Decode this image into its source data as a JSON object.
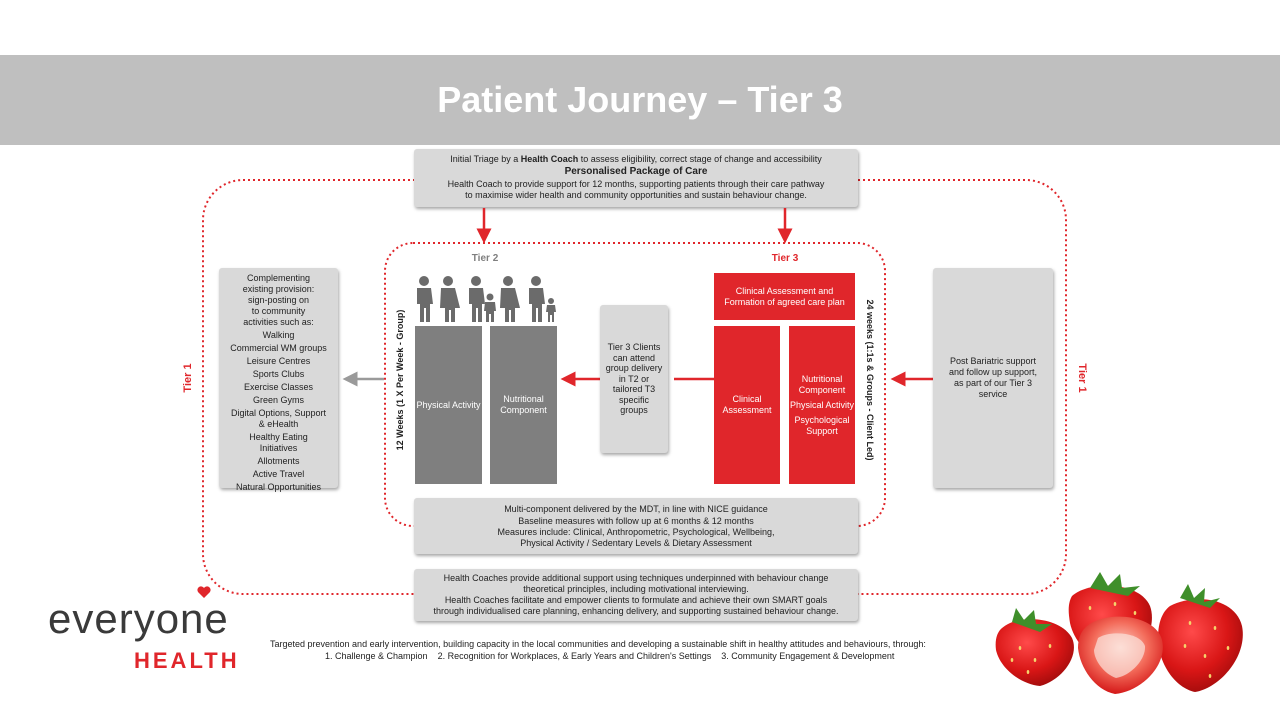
{
  "slide": {
    "title": "Patient Journey – Tier 3"
  },
  "top_box": {
    "line1_pre": "Initial Triage by a ",
    "line1_bold": "Health Coach",
    "line1_post": " to assess eligibility, correct stage of change and accessibility",
    "heading": "Personalised Package of Care",
    "line3": "Health Coach to provide support for 12 months, supporting patients through their care pathway",
    "line4": "to maximise wider health and community opportunities and sustain behaviour change."
  },
  "outer_loop": {
    "left_label": "Tier 1",
    "right_label": "Tier 1"
  },
  "inner_loop": {
    "tier2_label": "Tier 2",
    "tier3_label": "Tier 3",
    "left_vertical": "12 Weeks (1 X Per Week - Group)",
    "right_vertical": "24 weeks (1:1s & Groups - Client Led)"
  },
  "community_box": {
    "lines": [
      "Complementing",
      "existing provision:",
      "sign-posting on",
      "to community",
      "activities such as:",
      "Walking",
      "Commercial WM groups",
      "Leisure Centres",
      "Sports Clubs",
      "Exercise Classes",
      "Green Gyms",
      "Digital Options, Support",
      "& eHealth",
      "Healthy Eating",
      "Initiatives",
      "Allotments",
      "Active Travel",
      "Natural Opportunities"
    ]
  },
  "tier2": {
    "col1": "Physical Activity",
    "col2": "Nutritional Component"
  },
  "middle_box": {
    "text": "Tier 3 Clients can attend group delivery in T2 or tailored T3 specific groups"
  },
  "tier3": {
    "header": "Clinical Assessment and Formation of agreed care plan",
    "col1": "Clinical Assessment",
    "col2_a": "Nutritional Component",
    "col2_b": "Physical Activity",
    "col2_c": "Psychological Support"
  },
  "right_box": {
    "text": "Post Bariatric support and follow up support, as part of our Tier 3 service"
  },
  "mdt_box": {
    "line1": "Multi-component delivered by the MDT, in line with NICE guidance",
    "line2": "Baseline measures with follow up at 6 months & 12 months",
    "line3": "Measures include: Clinical, Anthropometric, Psychological, Wellbeing,",
    "line4": "Physical Activity / Sedentary Levels & Dietary Assessment"
  },
  "coach_box": {
    "line1": "Health Coaches provide additional support using techniques underpinned with behaviour change",
    "line2": "theoretical principles, including motivational interviewing.",
    "line3": "Health Coaches facilitate and empower clients to formulate and achieve their own SMART goals",
    "line4": "through individualised care planning, enhancing delivery, and supporting sustained behaviour change."
  },
  "footer": {
    "line1": "Targeted prevention and early intervention, building capacity in the local communities and developing a sustainable shift in healthy attitudes and behaviours, through:",
    "line2": "1. Challenge & Champion    2. Recognition for Workplaces, & Early Years and Children's Settings    3. Community Engagement & Development"
  },
  "logo": {
    "word1": "everyone",
    "word2": "HEALTH"
  },
  "colors": {
    "red": "#e0262b",
    "dark_grey": "#7f7f7f",
    "light_grey": "#d9d9d9",
    "title_bar": "#bfbfbf"
  }
}
